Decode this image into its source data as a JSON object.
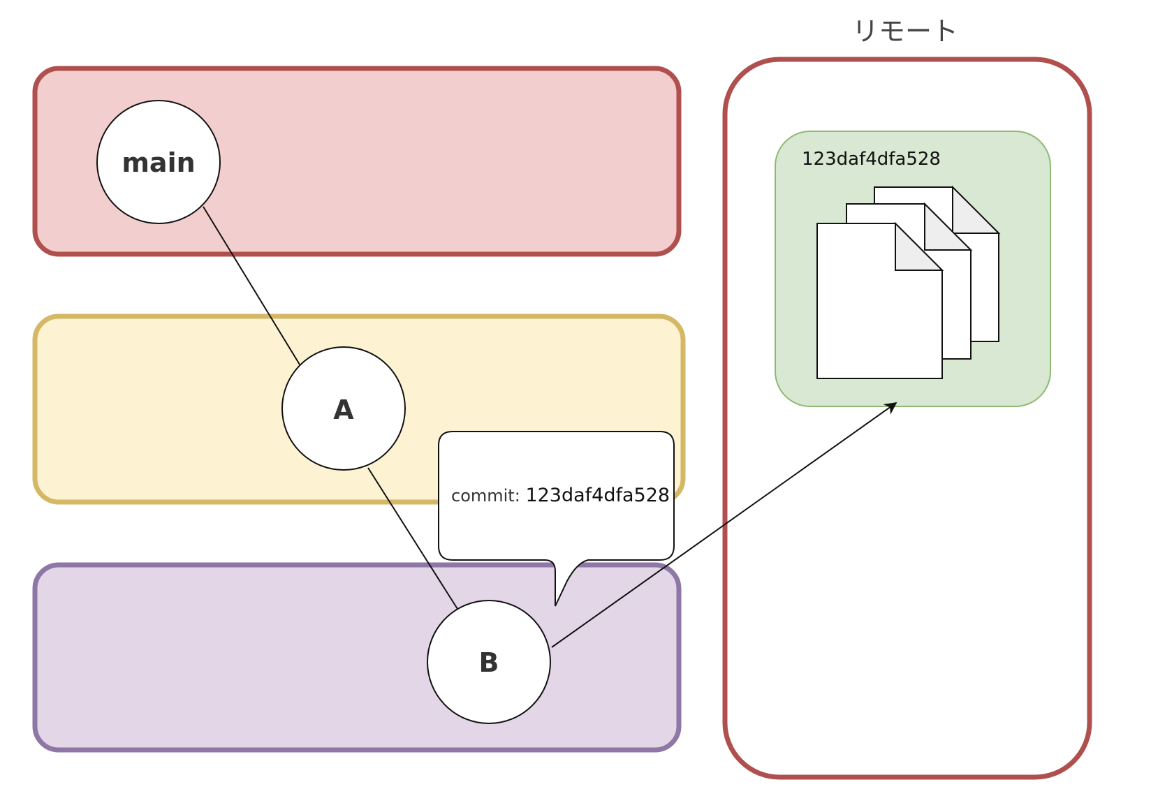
{
  "remote": {
    "title": "リモート"
  },
  "nodes": {
    "main": "main",
    "a": "A",
    "b": "B"
  },
  "snapshot": {
    "hash": "123daf4dfa528"
  },
  "callout": {
    "prefix": "commit: ",
    "hash": "123daf4dfa528"
  },
  "colors": {
    "main_lane_fill": "#f2cfce",
    "main_lane_stroke": "#b0504e",
    "a_lane_fill": "#fdf2d2",
    "a_lane_stroke": "#d4b865",
    "b_lane_fill": "#e2d6e7",
    "b_lane_stroke": "#8e77a6",
    "remote_stroke": "#b0504e",
    "snapshot_fill": "#d8e8d3",
    "snapshot_stroke": "#8dba72"
  },
  "icons": {
    "files": "stacked-documents-icon",
    "arrow": "push-arrow"
  }
}
